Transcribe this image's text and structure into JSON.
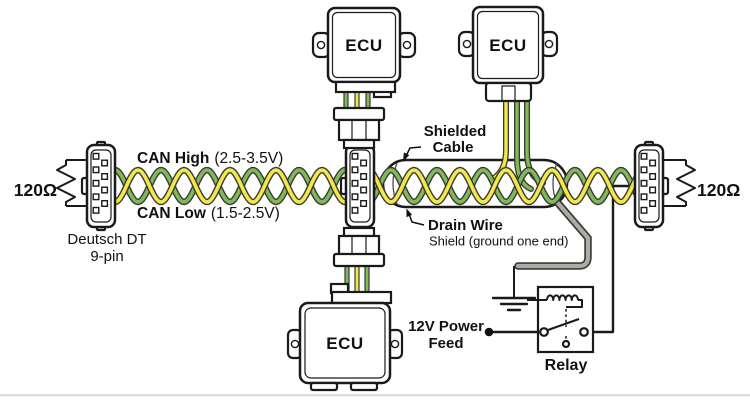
{
  "colors": {
    "can_high_wire": "#f2e84b",
    "can_low_wire": "#7fb95a",
    "shield_fill": "#bdbdbd",
    "drain_wire_fill": "#ababab",
    "line": "#1a1a1a"
  },
  "ecus": {
    "top_middle": "ECU",
    "top_right": "ECU",
    "bottom": "ECU"
  },
  "bus": {
    "can_high_label": "CAN High",
    "can_high_range": "(2.5-3.5V)",
    "can_low_label": "CAN Low",
    "can_low_range": "(1.5-2.5V)"
  },
  "terminators": {
    "left": "120Ω",
    "right": "120Ω"
  },
  "connector": {
    "type_line1": "Deutsch DT",
    "type_line2": "9-pin"
  },
  "shield": {
    "label_line1": "Shielded",
    "label_line2": "Cable",
    "drain_label": "Drain Wire",
    "ground_note": "Shield (ground one end)"
  },
  "power": {
    "line1": "12V Power",
    "line2": "Feed"
  },
  "relay": {
    "label": "Relay"
  }
}
